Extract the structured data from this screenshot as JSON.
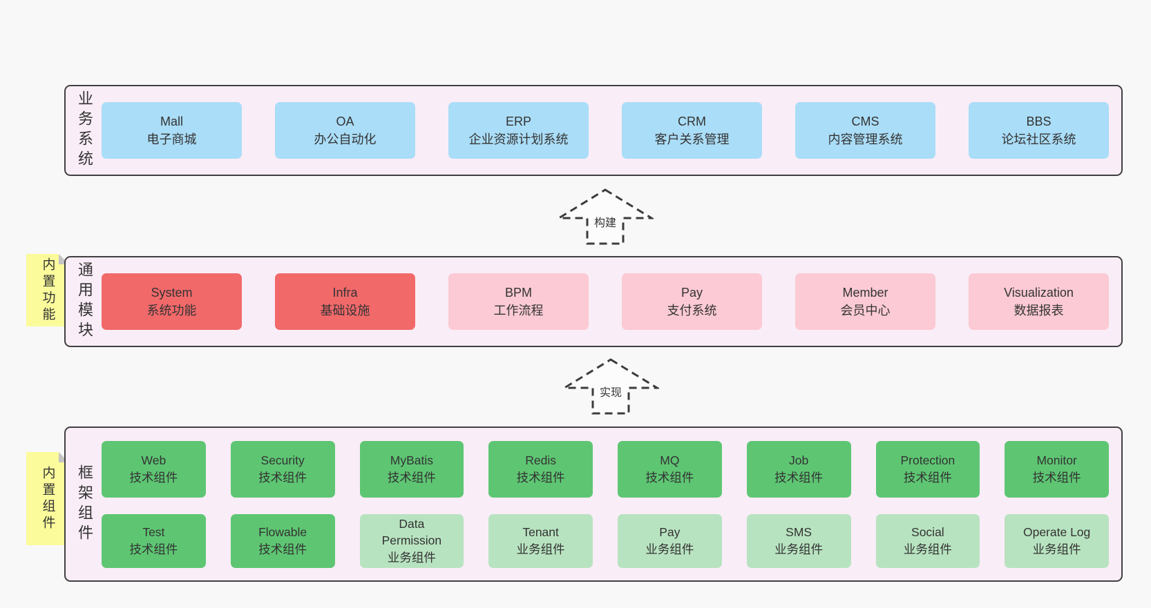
{
  "canvas": {
    "background": "#f8f8f8"
  },
  "colors": {
    "panel_bg": "#f9edf7",
    "panel_border": "#3f3f3f",
    "blue_box": "#aaddf7",
    "red_box": "#f2696a",
    "pink_box": "#fbcad4",
    "green_box": "#5ec673",
    "light_green_box": "#b8e3c0",
    "sticky_yellow": "#fbfb9c",
    "sticky_fold": "#c4c4c4",
    "text": "#333333",
    "arrow_stroke": "#3c3c3c"
  },
  "arrows": [
    {
      "label": "构建"
    },
    {
      "label": "实现"
    }
  ],
  "layers": [
    {
      "label": "业务系统",
      "boxes": [
        {
          "title": "Mall",
          "subtitle": "电子商城"
        },
        {
          "title": "OA",
          "subtitle": "办公自动化"
        },
        {
          "title": "ERP",
          "subtitle": "企业资源计划系统"
        },
        {
          "title": "CRM",
          "subtitle": "客户关系管理"
        },
        {
          "title": "CMS",
          "subtitle": "内容管理系统"
        },
        {
          "title": "BBS",
          "subtitle": "论坛社区系统"
        }
      ]
    },
    {
      "label": "通用模块",
      "sticky": "内置功能",
      "boxes": [
        {
          "title": "System",
          "subtitle": "系统功能"
        },
        {
          "title": "Infra",
          "subtitle": "基础设施"
        },
        {
          "title": "BPM",
          "subtitle": "工作流程"
        },
        {
          "title": "Pay",
          "subtitle": "支付系统"
        },
        {
          "title": "Member",
          "subtitle": "会员中心"
        },
        {
          "title": "Visualization",
          "subtitle": "数据报表"
        }
      ]
    },
    {
      "label": "框架组件",
      "sticky": "内置组件",
      "rows": [
        [
          {
            "title": "Web",
            "subtitle": "技术组件"
          },
          {
            "title": "Security",
            "subtitle": "技术组件"
          },
          {
            "title": "MyBatis",
            "subtitle": "技术组件"
          },
          {
            "title": "Redis",
            "subtitle": "技术组件"
          },
          {
            "title": "MQ",
            "subtitle": "技术组件"
          },
          {
            "title": "Job",
            "subtitle": "技术组件"
          },
          {
            "title": "Protection",
            "subtitle": "技术组件"
          },
          {
            "title": "Monitor",
            "subtitle": "技术组件"
          }
        ],
        [
          {
            "title": "Test",
            "subtitle": "技术组件"
          },
          {
            "title": "Flowable",
            "subtitle": "技术组件"
          },
          {
            "title": "Data Permission",
            "subtitle": "业务组件"
          },
          {
            "title": "Tenant",
            "subtitle": "业务组件"
          },
          {
            "title": "Pay",
            "subtitle": "业务组件"
          },
          {
            "title": "SMS",
            "subtitle": "业务组件"
          },
          {
            "title": "Social",
            "subtitle": "业务组件"
          },
          {
            "title": "Operate Log",
            "subtitle": "业务组件"
          }
        ]
      ]
    }
  ]
}
